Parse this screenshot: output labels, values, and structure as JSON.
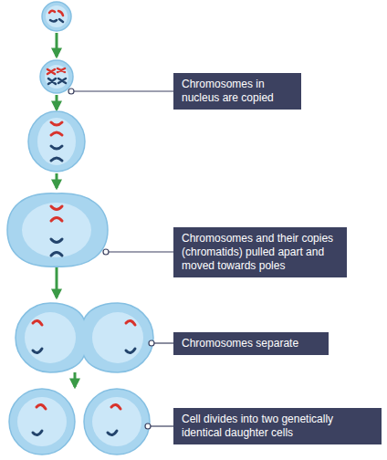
{
  "diagram": {
    "nodes": [
      {
        "text": [
          "Chromosomes in nucleus are copied"
        ]
      },
      {
        "text": [
          "Chromosomes and their copies (chromatids) pulled apart and moved towards poles"
        ]
      },
      {
        "text": [
          "Chromosomes separate"
        ]
      },
      {
        "text": [
          "Cell divides into two genetically identical daughter cells"
        ]
      }
    ]
  }
}
